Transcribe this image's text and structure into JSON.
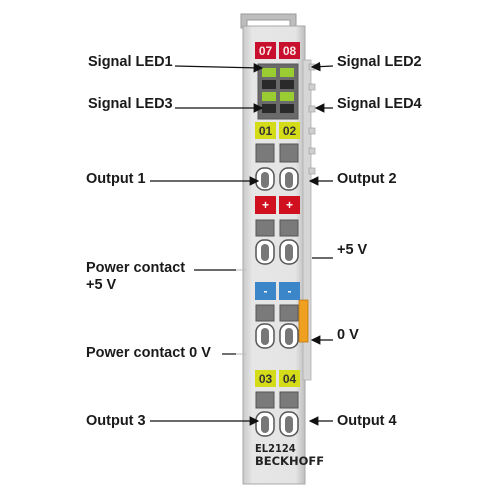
{
  "labels": {
    "signal_led1": "Signal LED1",
    "signal_led2": "Signal LED2",
    "signal_led3": "Signal LED3",
    "signal_led4": "Signal LED4",
    "output1": "Output 1",
    "output2": "Output 2",
    "output3": "Output 3",
    "output4": "Output 4",
    "plus5v": "+5 V",
    "zero_v": "0 V",
    "power_contact_5v_line1": "Power contact",
    "power_contact_5v_line2": "+5 V",
    "power_contact_0v": "Power contact 0 V"
  },
  "terminal": {
    "led_tags": [
      "07",
      "08"
    ],
    "top_channel_tags": [
      "01",
      "02"
    ],
    "plus_tags": [
      "+",
      "+"
    ],
    "minus_tags": [
      "-",
      "-"
    ],
    "bottom_channel_tags": [
      "03",
      "04"
    ],
    "model": "EL2124",
    "brand": "BECKHOFF"
  },
  "colors": {
    "led_red": "#c8102e",
    "plus_red": "#d0101e",
    "channel_yellow": "#d4dc1a",
    "minus_blue": "#3a86c8",
    "contact_orange": "#f0a020",
    "body_grey": "#dedede"
  }
}
